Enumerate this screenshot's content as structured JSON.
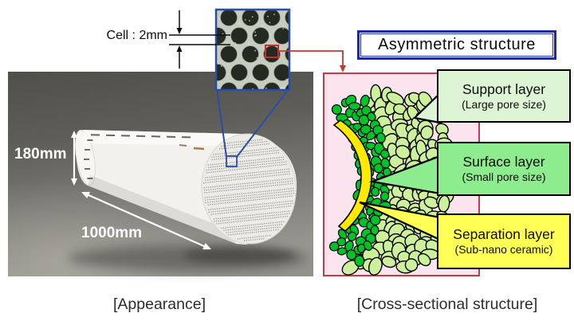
{
  "figure": {
    "cell_label": "Cell : 2mm",
    "appearance": {
      "diameter_label": "180mm",
      "length_label": "1000mm",
      "caption": "[Appearance]"
    },
    "cross_section": {
      "title": "Asymmetric structure",
      "caption": "[Cross-sectional structure]",
      "layers": [
        {
          "name": "Support layer",
          "detail": "(Large pore size)",
          "box_color": "#ddf5d5"
        },
        {
          "name": "Surface layer",
          "detail": "(Small pore size)",
          "box_color": "#8dec8d"
        },
        {
          "name": "Separation layer",
          "detail": "(Sub-nano ceramic)",
          "box_color": "#ffff55"
        }
      ],
      "panel_color": "#fce4ee",
      "panel_border_color": "#c43b47"
    },
    "colors": {
      "title_border": "#1c2c9c",
      "inset_border": "#2a4da8",
      "red_arrow": "#c4372f",
      "support_pore": "#cdf09c",
      "surface_pore": "#00c32a",
      "separation_band": "#ffe900",
      "dimension_arrow": "#ffffff",
      "cell_indicator": "#0c0c0c"
    }
  }
}
